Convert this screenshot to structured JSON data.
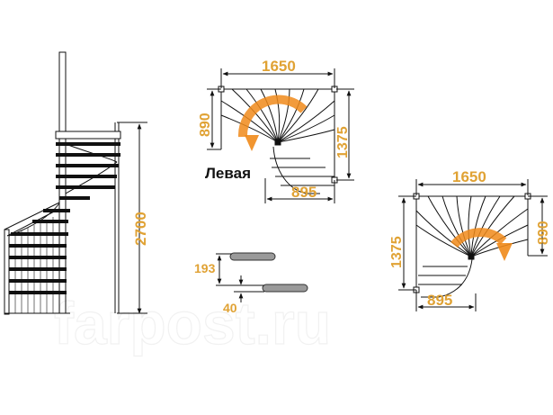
{
  "colors": {
    "dimension": "#e0a234",
    "line": "#111111",
    "arrow_fill": "#f08a1a",
    "tread": "#111111",
    "gray_tread": "#9a9a9a"
  },
  "watermark": "farpost.ru",
  "top_left_plan": {
    "label": "Левая",
    "width": "1650",
    "left_height": "890",
    "right_height": "1375",
    "bottom_width": "895"
  },
  "bottom_right_plan": {
    "width": "1650",
    "left_height": "1375",
    "right_height": "890",
    "bottom_width": "895"
  },
  "elevation": {
    "height": "2700"
  },
  "step_detail": {
    "rise": "193",
    "thickness": "40"
  }
}
